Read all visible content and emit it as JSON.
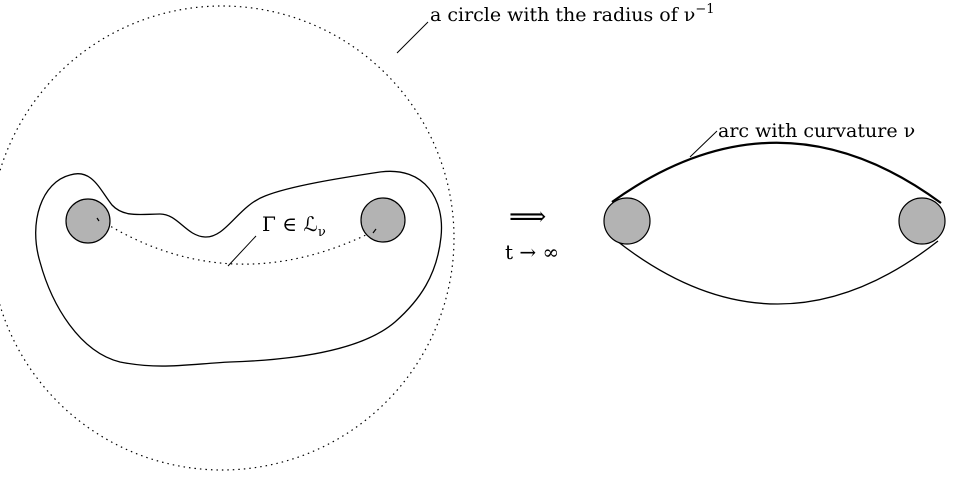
{
  "labels": {
    "circle_label": "a circle with the radius of ν",
    "circle_label_exp": "−1",
    "arc_label": "arc with curvature ν",
    "gamma_main": "Γ ∈ ℒ",
    "gamma_sub": "ν",
    "implies": "⟹",
    "time_limit": "t → ∞"
  },
  "colors": {
    "stroke": "#000000",
    "disk_fill": "#b3b3b3",
    "background": "#ffffff"
  }
}
